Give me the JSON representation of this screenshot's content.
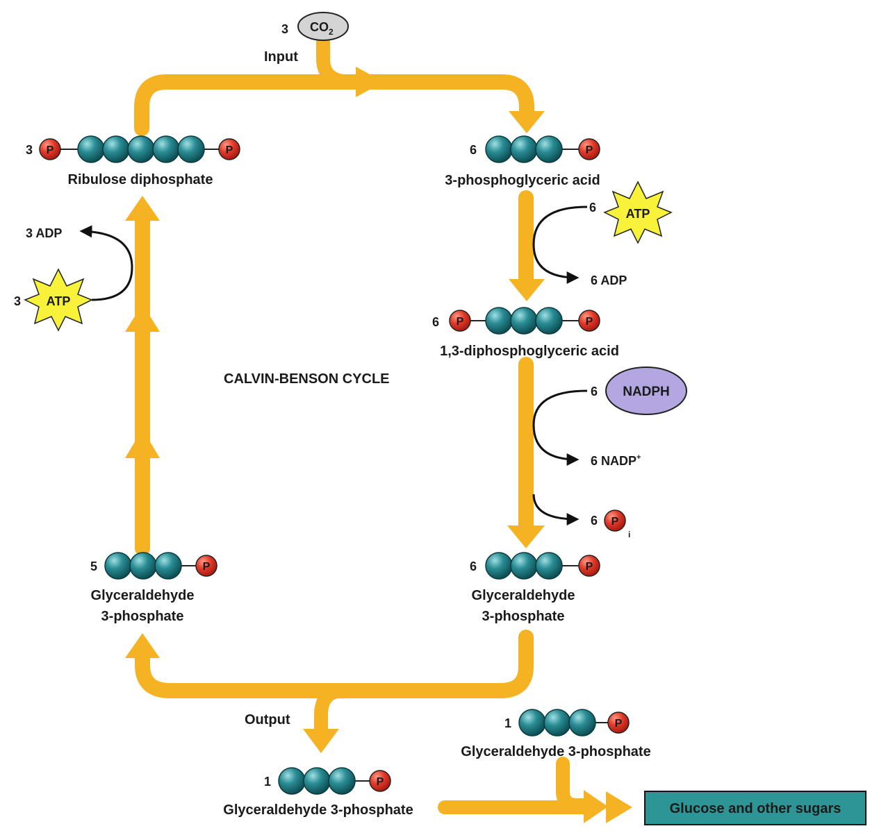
{
  "title": "CALVIN-BENSON CYCLE",
  "input": {
    "label": "Input",
    "count": "3",
    "molecule": "CO",
    "subscript": "2"
  },
  "output": {
    "label": "Output"
  },
  "ribulose": {
    "count": "3",
    "label": "Ribulose diphosphate"
  },
  "pga": {
    "count": "6",
    "label": "3-phosphoglyceric acid"
  },
  "atp_right": {
    "count": "6",
    "label": "ATP"
  },
  "adp_right": {
    "label": "6 ADP"
  },
  "dpga": {
    "count": "6",
    "label": "1,3-diphosphoglyceric acid"
  },
  "nadph": {
    "count": "6",
    "label": "NADPH"
  },
  "nadp": {
    "label": "6 NADP",
    "superscript": "+"
  },
  "pi": {
    "count": "6",
    "symbol": "P",
    "subscript": "i"
  },
  "g3p_right": {
    "count": "6",
    "label_line1": "Glyceraldehyde",
    "label_line2": "3-phosphate"
  },
  "g3p_left": {
    "count": "5",
    "label_line1": "Glyceraldehyde",
    "label_line2": "3-phosphate"
  },
  "adp_left": {
    "label": "3 ADP"
  },
  "atp_left": {
    "count": "3",
    "label": "ATP"
  },
  "g3p_out_right": {
    "count": "1",
    "label": "Glyceraldehyde 3-phosphate"
  },
  "g3p_out_bottom": {
    "count": "1",
    "label": "Glyceraldehyde 3-phosphate"
  },
  "glucose": {
    "label": "Glucose and other sugars"
  },
  "phosphate_symbol": "P",
  "colors": {
    "arrow": "#f5b323",
    "carbon": "#2a8c94",
    "phosphate": "#e23a2a",
    "atp_star": "#f8f23a",
    "nadph": "#b4a6e0",
    "glucose_box": "#2d9595"
  }
}
